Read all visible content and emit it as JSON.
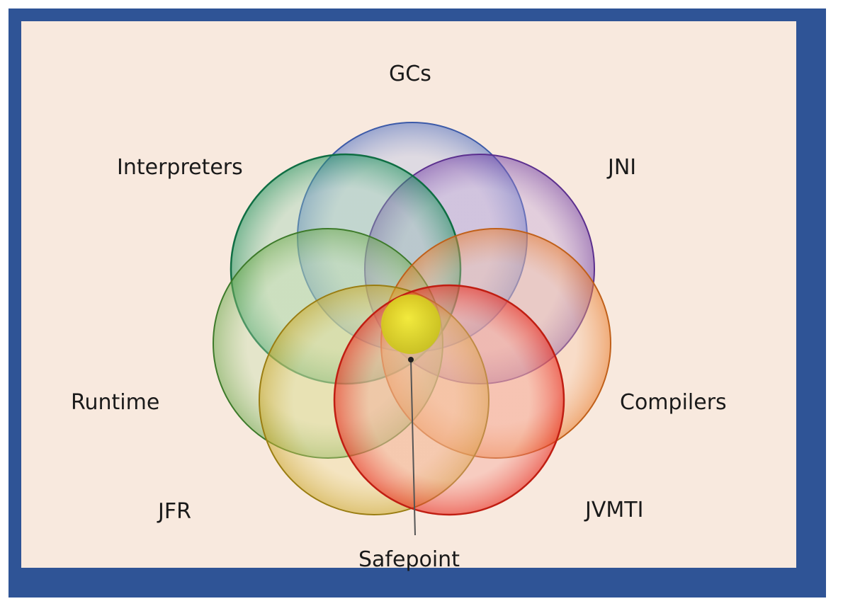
{
  "labels": {
    "gcs": "GCs",
    "jni": "JNI",
    "interpreters": "Interpreters",
    "runtime": "Runtime",
    "compilers": "Compilers",
    "jfr": "JFR",
    "jvmti": "JVMTI",
    "safepoint": "Safepoint"
  },
  "colors": {
    "frame": "#2f5496",
    "background": "#f8e9de",
    "gcs": "#6f8fd6",
    "jni": "#8b5fb8",
    "interpreters": "#22a06b",
    "runtime": "#8cc46a",
    "compilers": "#f0883a",
    "jfr": "#d8b536",
    "jvmti": "#ee3b2e",
    "safepoint": "#e7e21c"
  }
}
